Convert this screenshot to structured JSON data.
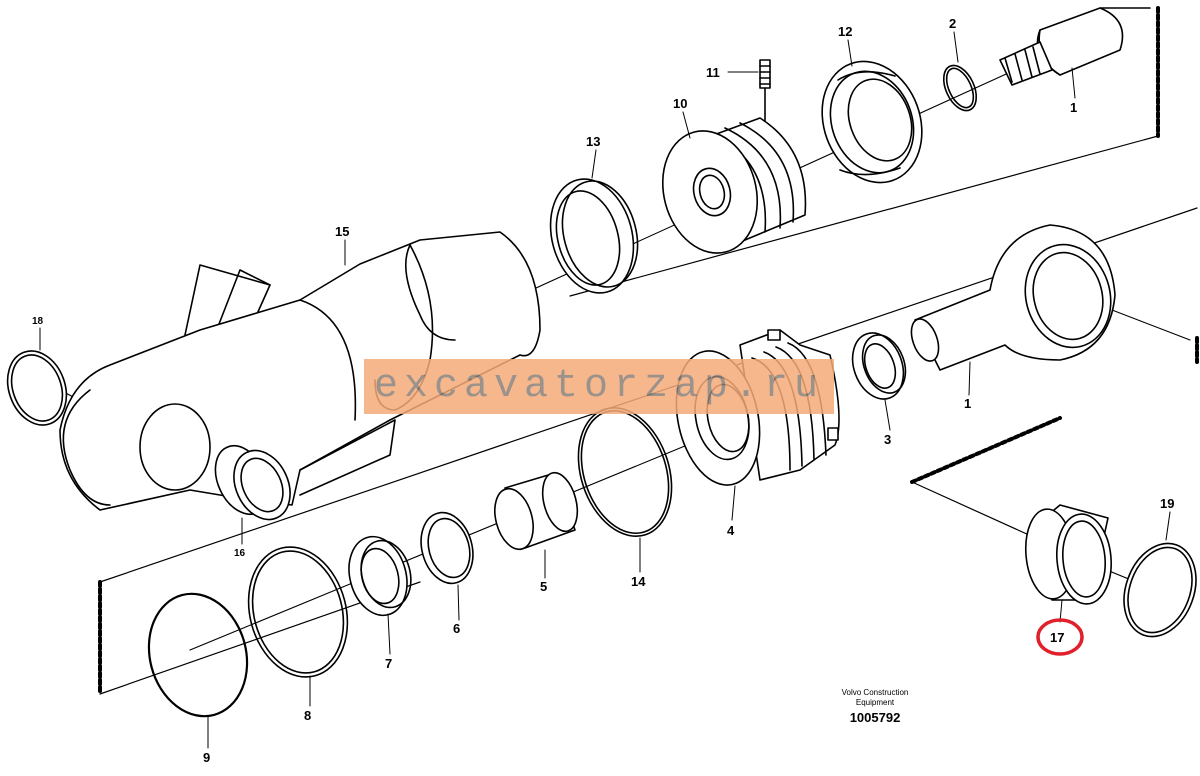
{
  "watermark": {
    "text": "excavatorzap.ru"
  },
  "credit": {
    "line1": "Volvo Construction",
    "line2": "Equipment"
  },
  "document_number": "1005792",
  "callouts": {
    "c1a": "1",
    "c1b": "1",
    "c2": "2",
    "c3": "3",
    "c4": "4",
    "c5": "5",
    "c6": "6",
    "c7": "7",
    "c8": "8",
    "c9": "9",
    "c10": "10",
    "c11": "11",
    "c12": "12",
    "c13": "13",
    "c14": "14",
    "c15": "15",
    "c16": "16",
    "c17": "17",
    "c18": "18",
    "c19": "19"
  },
  "colors": {
    "line": "#000000",
    "highlight_circle": "#e0202a",
    "watermark_bg": "#f6ab78"
  }
}
